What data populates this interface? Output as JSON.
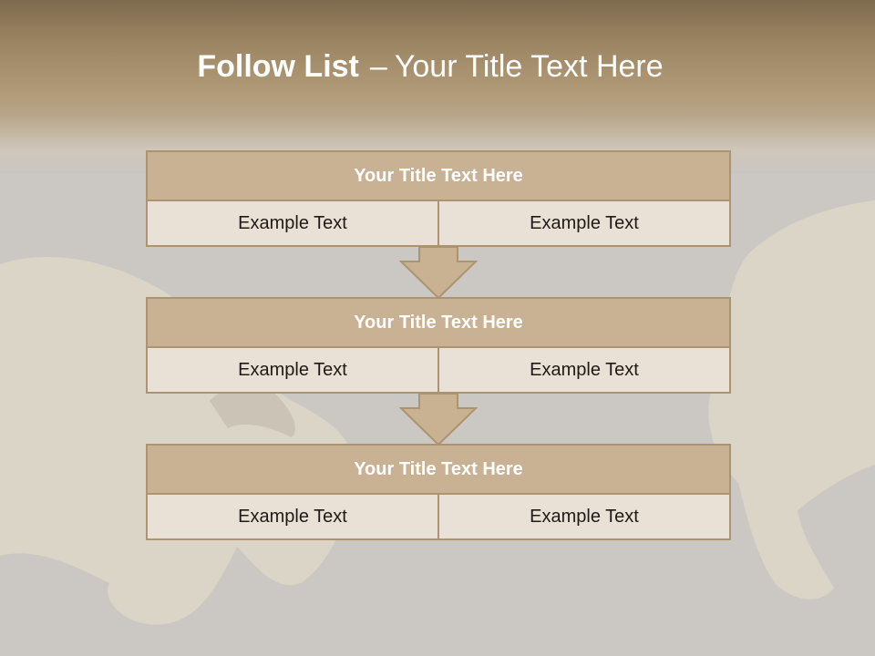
{
  "slide": {
    "title_bold": "Follow List",
    "title_dash": "–",
    "title_rest": "Your Title Text Here"
  },
  "blocks": [
    {
      "title": "Your Title Text Here",
      "left": "Example Text",
      "right": "Example Text"
    },
    {
      "title": "Your Title Text Here",
      "left": "Example Text",
      "right": "Example Text"
    },
    {
      "title": "Your Title Text Here",
      "left": "Example Text",
      "right": "Example Text"
    }
  ],
  "colors": {
    "header_dark": "#7d6a4e",
    "header_tan": "#b09a77",
    "background_gray": "#cbc8c3",
    "box_title_fill": "#c8b293",
    "box_border": "#ad9471",
    "box_body_fill": "#e9e1d6",
    "arrow_fill": "#c9b291"
  }
}
